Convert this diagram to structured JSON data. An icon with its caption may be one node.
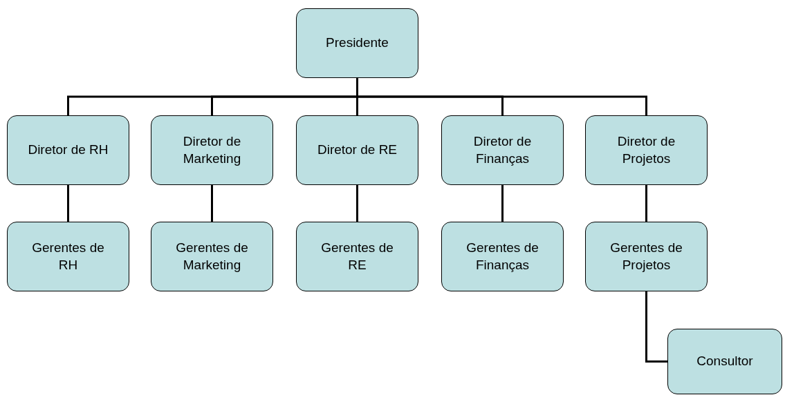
{
  "diagram": {
    "nodes": [
      {
        "text": [
          "Presidente"
        ]
      },
      {
        "text": [
          "Diretor de RH"
        ]
      },
      {
        "text": [
          "Diretor de Marketing"
        ]
      },
      {
        "text": [
          "Diretor de RE"
        ]
      },
      {
        "text": [
          "Diretor de Finanças"
        ]
      },
      {
        "text": [
          "Diretor de Projetos"
        ]
      },
      {
        "text": [
          "Gerentes de RH"
        ]
      },
      {
        "text": [
          "Gerentes de Marketing"
        ]
      },
      {
        "text": [
          "Gerentes de RE"
        ]
      },
      {
        "text": [
          "Gerentes de Finanças"
        ]
      },
      {
        "text": [
          "Gerentes de Projetos"
        ]
      },
      {
        "text": [
          "Consultor"
        ]
      }
    ],
    "edges": [
      {
        "from": 0,
        "to": 1,
        "arrow": "none"
      },
      {
        "from": 0,
        "to": 2,
        "arrow": "none"
      },
      {
        "from": 0,
        "to": 3,
        "arrow": "none"
      },
      {
        "from": 0,
        "to": 4,
        "arrow": "none"
      },
      {
        "from": 0,
        "to": 5,
        "arrow": "none"
      },
      {
        "from": 1,
        "to": 6,
        "arrow": "none"
      },
      {
        "from": 2,
        "to": 7,
        "arrow": "none"
      },
      {
        "from": 3,
        "to": 8,
        "arrow": "none"
      },
      {
        "from": 4,
        "to": 9,
        "arrow": "none"
      },
      {
        "from": 5,
        "to": 10,
        "arrow": "none"
      },
      {
        "from": 10,
        "to": 11,
        "arrow": "none"
      }
    ]
  }
}
